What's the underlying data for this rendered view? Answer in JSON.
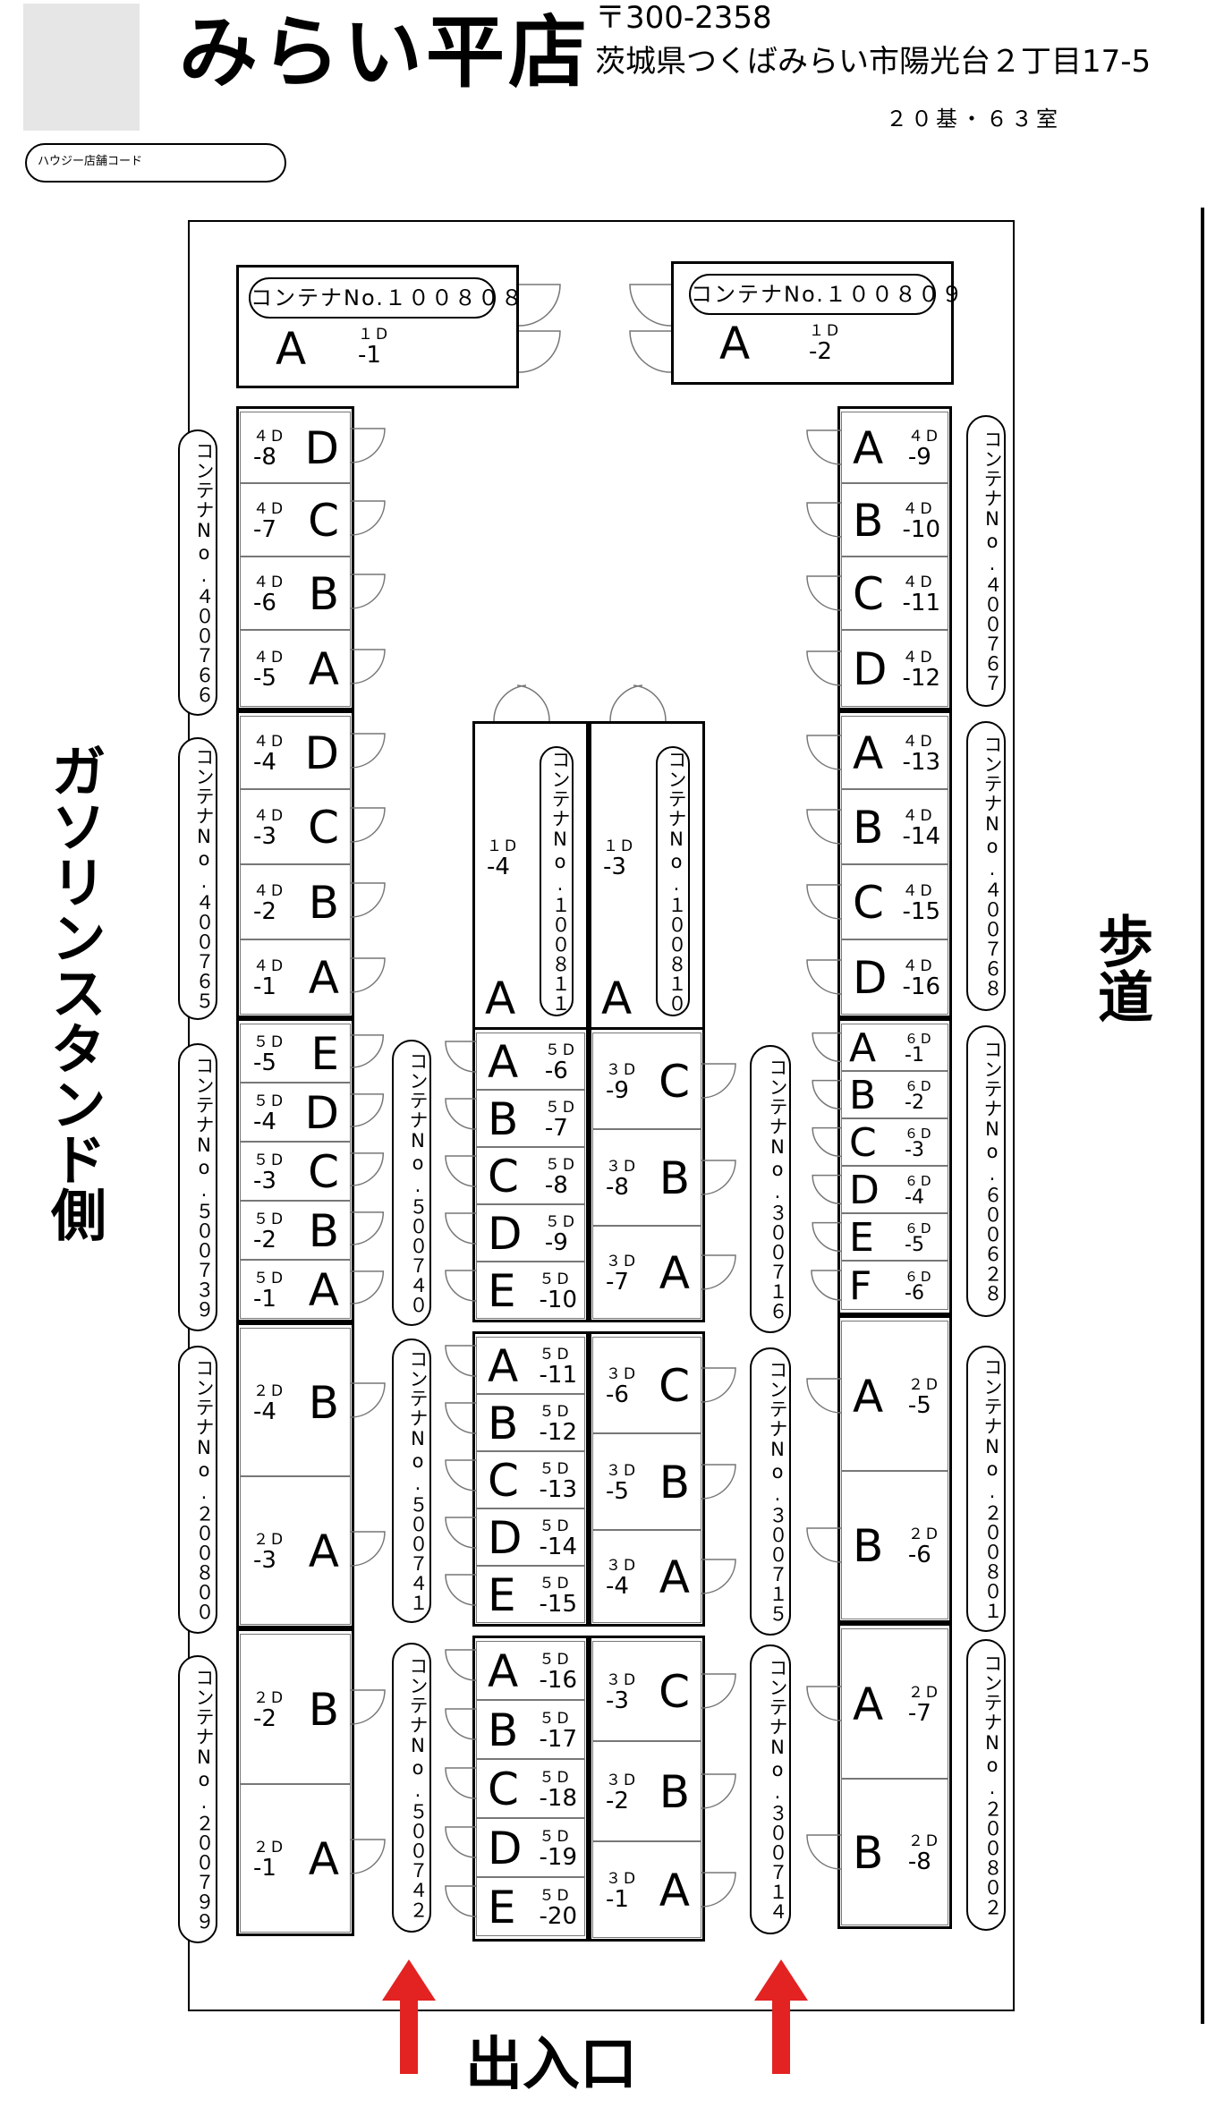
{
  "header": {
    "store_name": "みらい平店",
    "postal_code": "〒300-2358",
    "address": "茨城県つくばみらい市陽光台２丁目17-5",
    "capacity": "２０基・６３室",
    "store_code_label": "ハウジー店舗コード"
  },
  "side_labels": {
    "left": "ガソリンスタンド側",
    "right": "歩道",
    "bottom": "出入口"
  },
  "colors": {
    "line": "#000000",
    "arrow": "#e32222",
    "logo_box": "#e6e6e6"
  },
  "containers": [
    {
      "id": "c100808",
      "label": "コンテナNo.１００８０８"
    },
    {
      "id": "c100809",
      "label": "コンテナNo.１００８０９"
    },
    {
      "id": "c400766",
      "label": "コンテナNo.４００７６６"
    },
    {
      "id": "c400765",
      "label": "コンテナNo.４００７６５"
    },
    {
      "id": "c500739",
      "label": "コンテナNo.５００７３９"
    },
    {
      "id": "c200800",
      "label": "コンテナNo.２００８００"
    },
    {
      "id": "c200799",
      "label": "コンテナNo.２００７９９"
    },
    {
      "id": "c500740",
      "label": "コンテナNo.５００７４０"
    },
    {
      "id": "c500741",
      "label": "コンテナNo.５００７４１"
    },
    {
      "id": "c500742",
      "label": "コンテナNo.５００７４２"
    },
    {
      "id": "c100811",
      "label": "コンテナNo.１００８１１"
    },
    {
      "id": "c100810",
      "label": "コンテナNo.１００８１０"
    },
    {
      "id": "c300716",
      "label": "コンテナNo.３００７１６"
    },
    {
      "id": "c300715",
      "label": "コンテナNo.３００７１５"
    },
    {
      "id": "c300714",
      "label": "コンテナNo.３００７１４"
    },
    {
      "id": "c400767",
      "label": "コンテナNo.４００７６７"
    },
    {
      "id": "c400768",
      "label": "コンテナNo.４００７６８"
    },
    {
      "id": "c600628",
      "label": "コンテナNo.６００６２８"
    },
    {
      "id": "c200801",
      "label": "コンテナNo.２００８０１"
    },
    {
      "id": "c200802",
      "label": "コンテナNo.２００８０２"
    }
  ],
  "units": [
    {
      "letter": "A",
      "size": "１D",
      "num": "-1"
    },
    {
      "letter": "A",
      "size": "１D",
      "num": "-2"
    },
    {
      "letter": "D",
      "size": "４D",
      "num": "-8"
    },
    {
      "letter": "C",
      "size": "４D",
      "num": "-7"
    },
    {
      "letter": "B",
      "size": "４D",
      "num": "-6"
    },
    {
      "letter": "A",
      "size": "４D",
      "num": "-5"
    },
    {
      "letter": "D",
      "size": "４D",
      "num": "-4"
    },
    {
      "letter": "C",
      "size": "４D",
      "num": "-3"
    },
    {
      "letter": "B",
      "size": "４D",
      "num": "-2"
    },
    {
      "letter": "A",
      "size": "４D",
      "num": "-1"
    },
    {
      "letter": "E",
      "size": "５D",
      "num": "-5"
    },
    {
      "letter": "D",
      "size": "５D",
      "num": "-4"
    },
    {
      "letter": "C",
      "size": "５D",
      "num": "-3"
    },
    {
      "letter": "B",
      "size": "５D",
      "num": "-2"
    },
    {
      "letter": "A",
      "size": "５D",
      "num": "-1"
    },
    {
      "letter": "B",
      "size": "２D",
      "num": "-4"
    },
    {
      "letter": "A",
      "size": "２D",
      "num": "-3"
    },
    {
      "letter": "B",
      "size": "２D",
      "num": "-2"
    },
    {
      "letter": "A",
      "size": "２D",
      "num": "-1"
    },
    {
      "letter": "A",
      "size": "１D",
      "num": "-4"
    },
    {
      "letter": "A",
      "size": "１D",
      "num": "-3"
    },
    {
      "letter": "A",
      "size": "５D",
      "num": "-6"
    },
    {
      "letter": "B",
      "size": "５D",
      "num": "-7"
    },
    {
      "letter": "C",
      "size": "５D",
      "num": "-8"
    },
    {
      "letter": "D",
      "size": "５D",
      "num": "-9"
    },
    {
      "letter": "E",
      "size": "５D",
      "num": "-10"
    },
    {
      "letter": "A",
      "size": "５D",
      "num": "-11"
    },
    {
      "letter": "B",
      "size": "５D",
      "num": "-12"
    },
    {
      "letter": "C",
      "size": "５D",
      "num": "-13"
    },
    {
      "letter": "D",
      "size": "５D",
      "num": "-14"
    },
    {
      "letter": "E",
      "size": "５D",
      "num": "-15"
    },
    {
      "letter": "A",
      "size": "５D",
      "num": "-16"
    },
    {
      "letter": "B",
      "size": "５D",
      "num": "-17"
    },
    {
      "letter": "C",
      "size": "５D",
      "num": "-18"
    },
    {
      "letter": "D",
      "size": "５D",
      "num": "-19"
    },
    {
      "letter": "E",
      "size": "５D",
      "num": "-20"
    },
    {
      "letter": "C",
      "size": "３D",
      "num": "-9"
    },
    {
      "letter": "B",
      "size": "３D",
      "num": "-8"
    },
    {
      "letter": "A",
      "size": "３D",
      "num": "-7"
    },
    {
      "letter": "C",
      "size": "３D",
      "num": "-6"
    },
    {
      "letter": "B",
      "size": "３D",
      "num": "-5"
    },
    {
      "letter": "A",
      "size": "３D",
      "num": "-4"
    },
    {
      "letter": "C",
      "size": "３D",
      "num": "-3"
    },
    {
      "letter": "B",
      "size": "３D",
      "num": "-2"
    },
    {
      "letter": "A",
      "size": "３D",
      "num": "-1"
    },
    {
      "letter": "A",
      "size": "４D",
      "num": "-9"
    },
    {
      "letter": "B",
      "size": "４D",
      "num": "-10"
    },
    {
      "letter": "C",
      "size": "４D",
      "num": "-11"
    },
    {
      "letter": "D",
      "size": "４D",
      "num": "-12"
    },
    {
      "letter": "A",
      "size": "４D",
      "num": "-13"
    },
    {
      "letter": "B",
      "size": "４D",
      "num": "-14"
    },
    {
      "letter": "C",
      "size": "４D",
      "num": "-15"
    },
    {
      "letter": "D",
      "size": "４D",
      "num": "-16"
    },
    {
      "letter": "A",
      "size": "６D",
      "num": "-1"
    },
    {
      "letter": "B",
      "size": "６D",
      "num": "-2"
    },
    {
      "letter": "C",
      "size": "６D",
      "num": "-3"
    },
    {
      "letter": "D",
      "size": "６D",
      "num": "-4"
    },
    {
      "letter": "E",
      "size": "６D",
      "num": "-5"
    },
    {
      "letter": "F",
      "size": "６D",
      "num": "-6"
    },
    {
      "letter": "A",
      "size": "２D",
      "num": "-5"
    },
    {
      "letter": "B",
      "size": "２D",
      "num": "-6"
    },
    {
      "letter": "A",
      "size": "２D",
      "num": "-7"
    },
    {
      "letter": "B",
      "size": "２D",
      "num": "-8"
    }
  ]
}
